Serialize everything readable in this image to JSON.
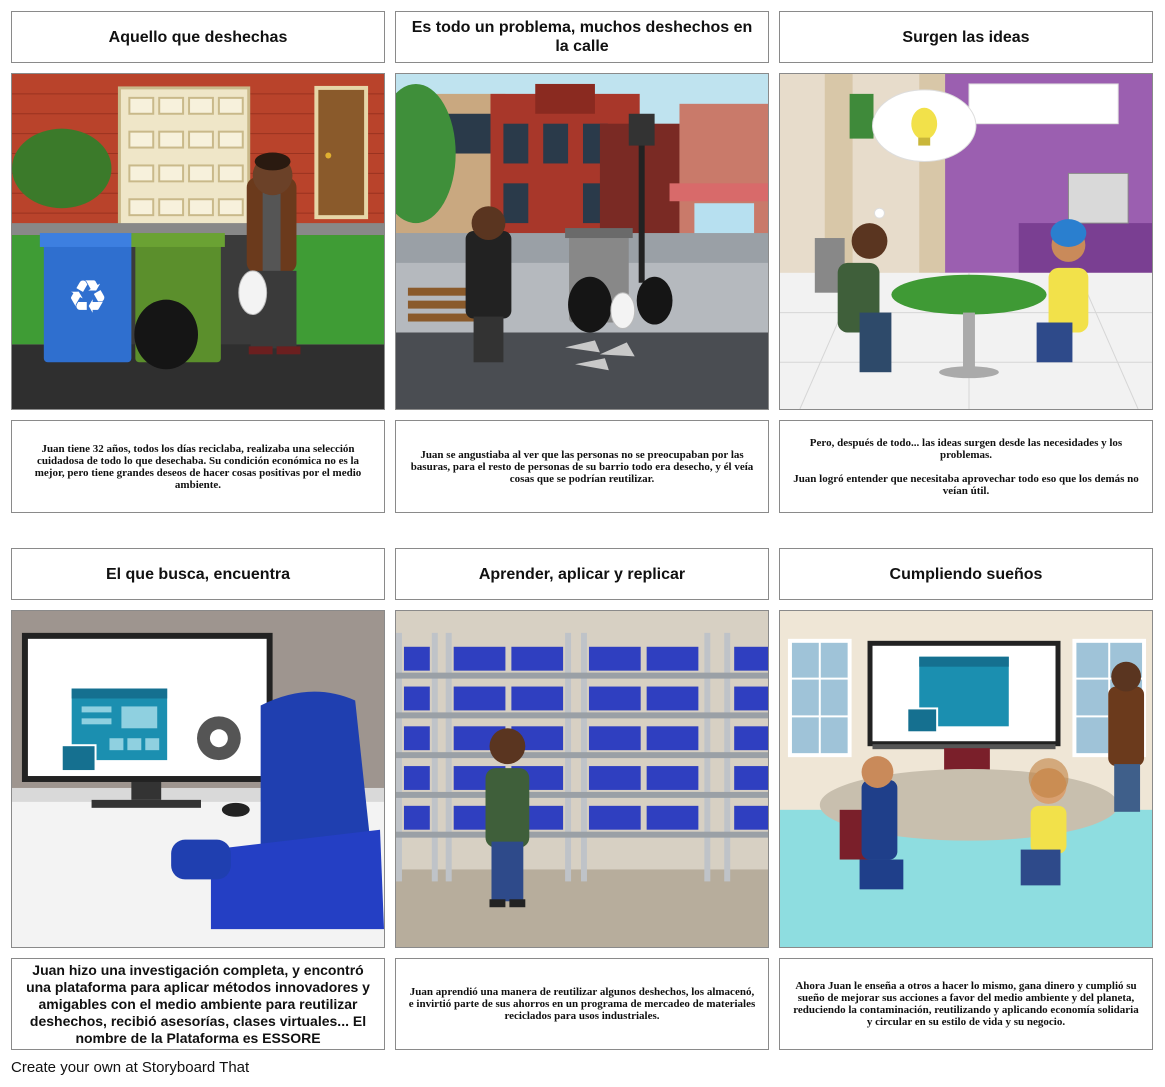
{
  "panels": [
    {
      "title": "Aquello que deshechas",
      "caption": "Juan tiene 32 años, todos los días reciclaba, realizaba una selección cuidadosa de todo lo que desechaba. Su condición económica no es la mejor, pero tiene grandes deseos de hacer cosas positivas por el medio ambiente."
    },
    {
      "title": "Es todo un problema, muchos deshechos en la calle",
      "caption": "Juan se angustiaba al ver que las personas no se preocupaban por las basuras, para el resto de personas de su barrio todo era desecho, y él veía cosas que se podrían reutilizar."
    },
    {
      "title": "Surgen las ideas",
      "caption": "Pero, después de todo... las ideas surgen desde las necesidades y los problemas.\n\nJuan logró entender que necesitaba aprovechar todo eso que los demás no veían útil."
    },
    {
      "title": "El que busca, encuentra",
      "caption": "Juan hizo una investigación completa, y encontró una plataforma para aplicar métodos innovadores y amigables con el medio ambiente para reutilizar deshechos, recibió asesorías, clases virtuales... El nombre de la Plataforma es ESSORE"
    },
    {
      "title": "Aprender, aplicar y replicar",
      "caption": "Juan aprendió una manera de reutilizar algunos deshechos, los almacenó, e invirtió parte de sus ahorros en un programa de mercadeo de materiales reciclados para usos industriales."
    },
    {
      "title": "Cumpliendo sueños",
      "caption": "Ahora Juan le enseña a otros a hacer lo mismo, gana dinero y cumplió su sueño de mejorar sus acciones a favor del medio ambiente y del planeta, reduciendo la contaminación, reutilizando y aplicando economía solidaria y circular en su estilo de vida y su negocio."
    }
  ],
  "footer": "Create your own at Storyboard That"
}
